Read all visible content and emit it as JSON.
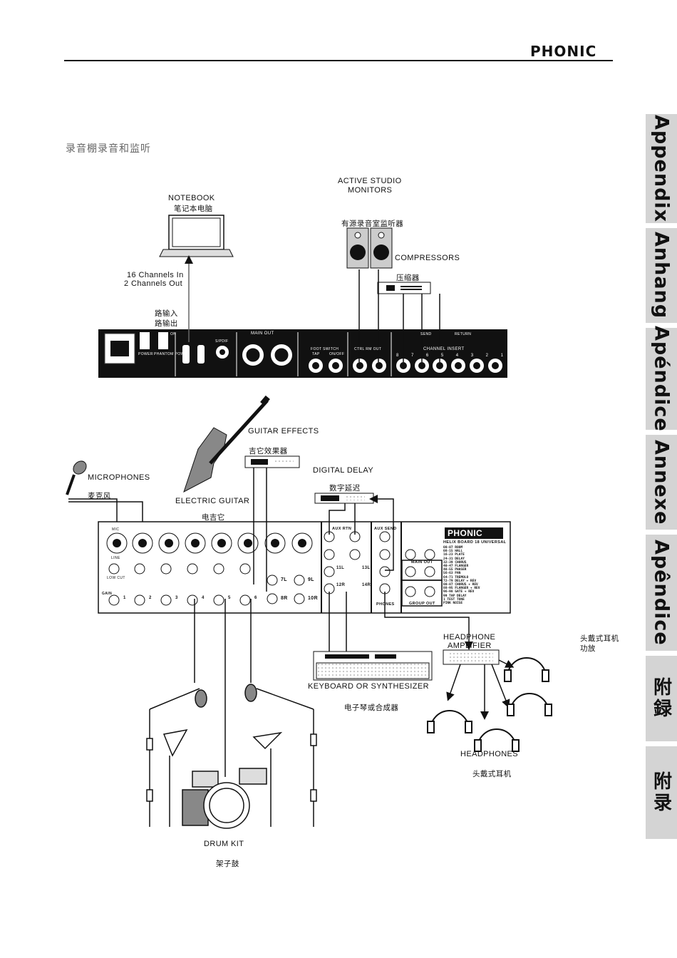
{
  "header": {
    "brand": "PHONIC"
  },
  "section_title": "录音棚录音和监听",
  "side_tabs": [
    "Appendix",
    "Anhang",
    "Apéndice",
    "Annexe",
    "Apêndice",
    "附録",
    "附录"
  ],
  "devices": {
    "notebook": {
      "en": "NOTEBOOK",
      "cn": "笔记本电脑",
      "io_en_1": "16 Channels In",
      "io_en_2": "2 Channels Out",
      "io_cn_1": "路输入",
      "io_cn_2": "路输出"
    },
    "monitors": {
      "en_1": "ACTIVE STUDIO",
      "en_2": "MONITORS",
      "cn": "有源录音室监听器"
    },
    "compressors": {
      "en": "COMPRESSORS",
      "cn": "压缩器"
    },
    "guitar_effects": {
      "en": "GUITAR EFFECTS",
      "cn": "吉它效果器"
    },
    "electric_guitar": {
      "en": "ELECTRIC GUITAR",
      "cn": "电吉它"
    },
    "microphones": {
      "en": "MICROPHONES",
      "cn": "麦克风"
    },
    "digital_delay": {
      "en": "DIGITAL DELAY",
      "cn": "数字延迟"
    },
    "headphone_amp": {
      "en_1": "HEADPHONE",
      "en_2": "AMPLIFIER",
      "cn_1": "头戴式耳机",
      "cn_2": "功放"
    },
    "keyboard": {
      "en": "KEYBOARD OR SYNTHESIZER",
      "cn": "电子琴或合成器"
    },
    "headphones": {
      "en": "HEADPHONES",
      "cn": "头戴式耳机"
    },
    "drum_kit": {
      "en": "DRUM KIT",
      "cn": "架子鼓"
    }
  },
  "rear_panel": {
    "power": "POWER",
    "phantom": "PHANTOM POWER",
    "on": "ON",
    "spdif": "S/PDIF",
    "main_out": "MAIN OUT",
    "foot_switch": "FOOT SWITCH",
    "tap": "TAP",
    "on_off": "ON/OFF",
    "ctrl_rm_out": "CTRL RM OUT",
    "channel_insert": "CHANNEL INSERT",
    "send": "SEND",
    "return": "RETURN",
    "insert_nums": [
      "8",
      "7",
      "6",
      "5",
      "4",
      "3",
      "2",
      "1"
    ]
  },
  "mixer": {
    "brand": "PHONIC",
    "model": "HELIX BOARD 18 UNIVERSAL",
    "mic": "MIC",
    "line": "LINE",
    "gain": "GAIN",
    "low_cut": "LOW CUT",
    "aux_rtn": "AUX RTN",
    "aux_send": "AUX SEND",
    "main_out": "MAIN OUT",
    "group_out": "GROUP OUT",
    "phones": "PHONES",
    "stereo_labels": [
      "7L",
      "8R",
      "9L",
      "10R",
      "11L",
      "12R",
      "13L",
      "14R"
    ],
    "channel_nums": [
      "1",
      "2",
      "3",
      "4",
      "5",
      "6"
    ],
    "effects": [
      "00-07 ROOM",
      "08-15 HALL",
      "16-23 PLATE",
      "24-31 DELAY",
      "32-39 CHORUS",
      "40-47 FLANGER",
      "48-55 PHASER",
      "56-63 PAN",
      "64-71 TREMOLO",
      "72-79 DELAY + REV",
      "80-87 CHORUS + REV",
      "88-95 FLANGER + REV",
      "96-98 GATE + REV",
      "99 TAP DELAY",
      "1 TEST TONE",
      "PINK NOISE"
    ]
  }
}
